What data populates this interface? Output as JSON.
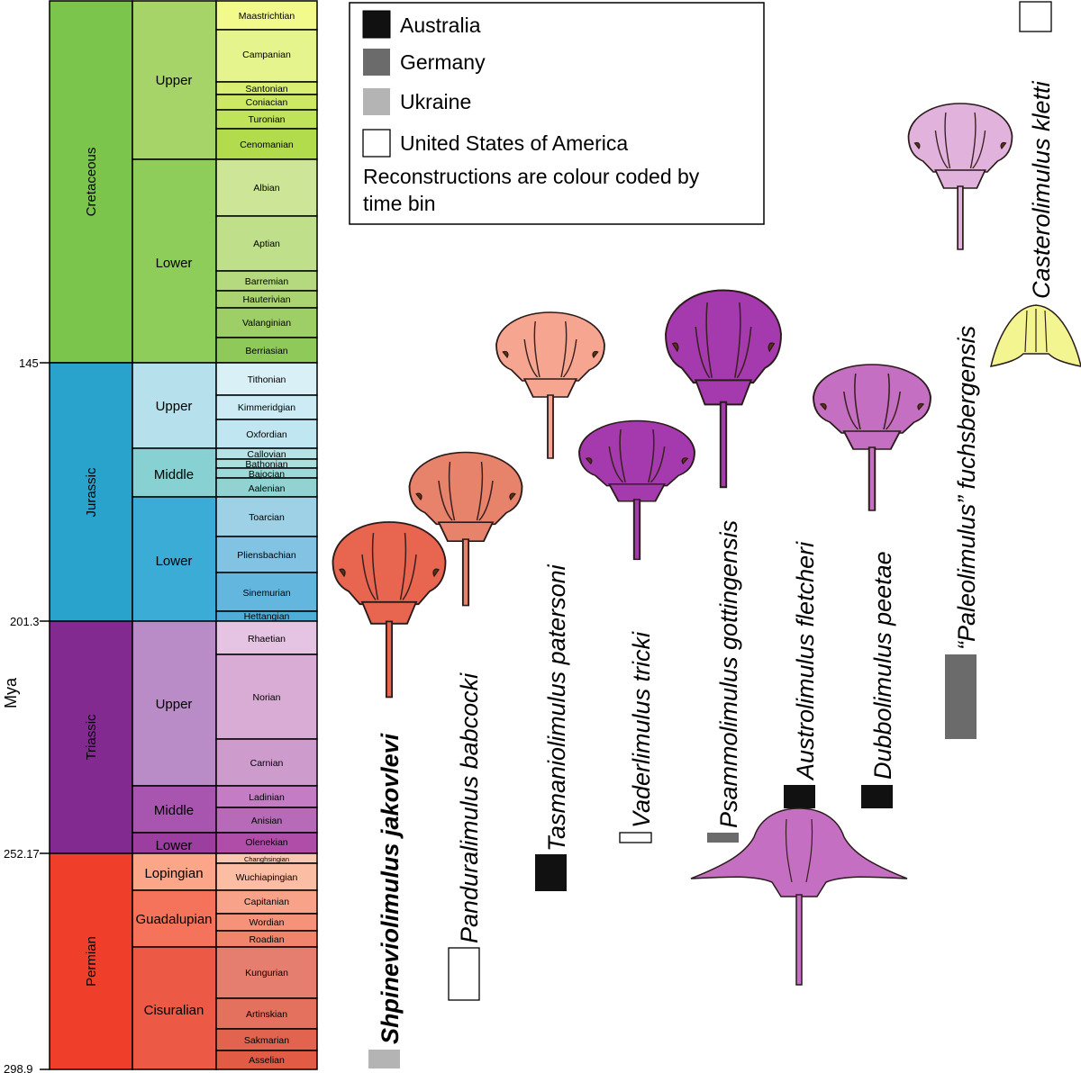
{
  "axis": {
    "title": "Mya"
  },
  "ticks": [
    "145",
    "201.3",
    "252.17",
    "298.9"
  ],
  "periods": [
    "Cretaceous",
    "Jurassic",
    "Triassic",
    "Permian"
  ],
  "epochs": [
    "Upper",
    "Lower",
    "Upper",
    "Middle",
    "Lower",
    "Upper",
    "Middle",
    "Lower",
    "Lopingian",
    "Guadalupian",
    "Cisuralian"
  ],
  "stages": [
    "Maastrichtian",
    "Campanian",
    "Santonian",
    "Coniacian",
    "Turonian",
    "Cenomanian",
    "Albian",
    "Aptian",
    "Barremian",
    "Hauterivian",
    "Valanginian",
    "Berriasian",
    "Tithonian",
    "Kimmeridgian",
    "Oxfordian",
    "Callovian",
    "Bathonian",
    "Bajocian",
    "Aalenian",
    "Toarcian",
    "Pliensbachian",
    "Sinemurian",
    "Hettangian",
    "Rhaetian",
    "Norian",
    "Carnian",
    "Ladinian",
    "Anisian",
    "Olenekian",
    "Changhsingian",
    "Wuchiapingian",
    "Capitanian",
    "Wordian",
    "Roadian",
    "Kungurian",
    "Artinskian",
    "Sakmarian",
    "Asselian"
  ],
  "legend": {
    "items": [
      {
        "label": "Australia",
        "color": "#111111"
      },
      {
        "label": "Germany",
        "color": "#6b6b6b"
      },
      {
        "label": "Ukraine",
        "color": "#b4b4b4"
      },
      {
        "label": "United States of America",
        "color": "#ffffff"
      }
    ],
    "note_line1": "Reconstructions are colour coded by",
    "note_line2": "time bin"
  },
  "species": [
    {
      "name": "Shpineviolimulus jakovlevi",
      "country": "Ukraine"
    },
    {
      "name": "Panduralimulus babcocki",
      "country": "United States of America"
    },
    {
      "name": "Tasmaniolimulus patersoni",
      "country": "Australia"
    },
    {
      "name": "Vaderlimulus tricki",
      "country": "United States of America"
    },
    {
      "name": "Psammolimulus gottingensis",
      "country": "Germany"
    },
    {
      "name": "Austrolimulus fletcheri",
      "country": "Australia"
    },
    {
      "name": "Dubbolimulus peetae",
      "country": "Australia"
    },
    {
      "name": "“Paleolimulus” fuchsbergensis",
      "country": "Germany"
    },
    {
      "name": "Casterolimulus kletti",
      "country": "United States of America"
    }
  ]
}
